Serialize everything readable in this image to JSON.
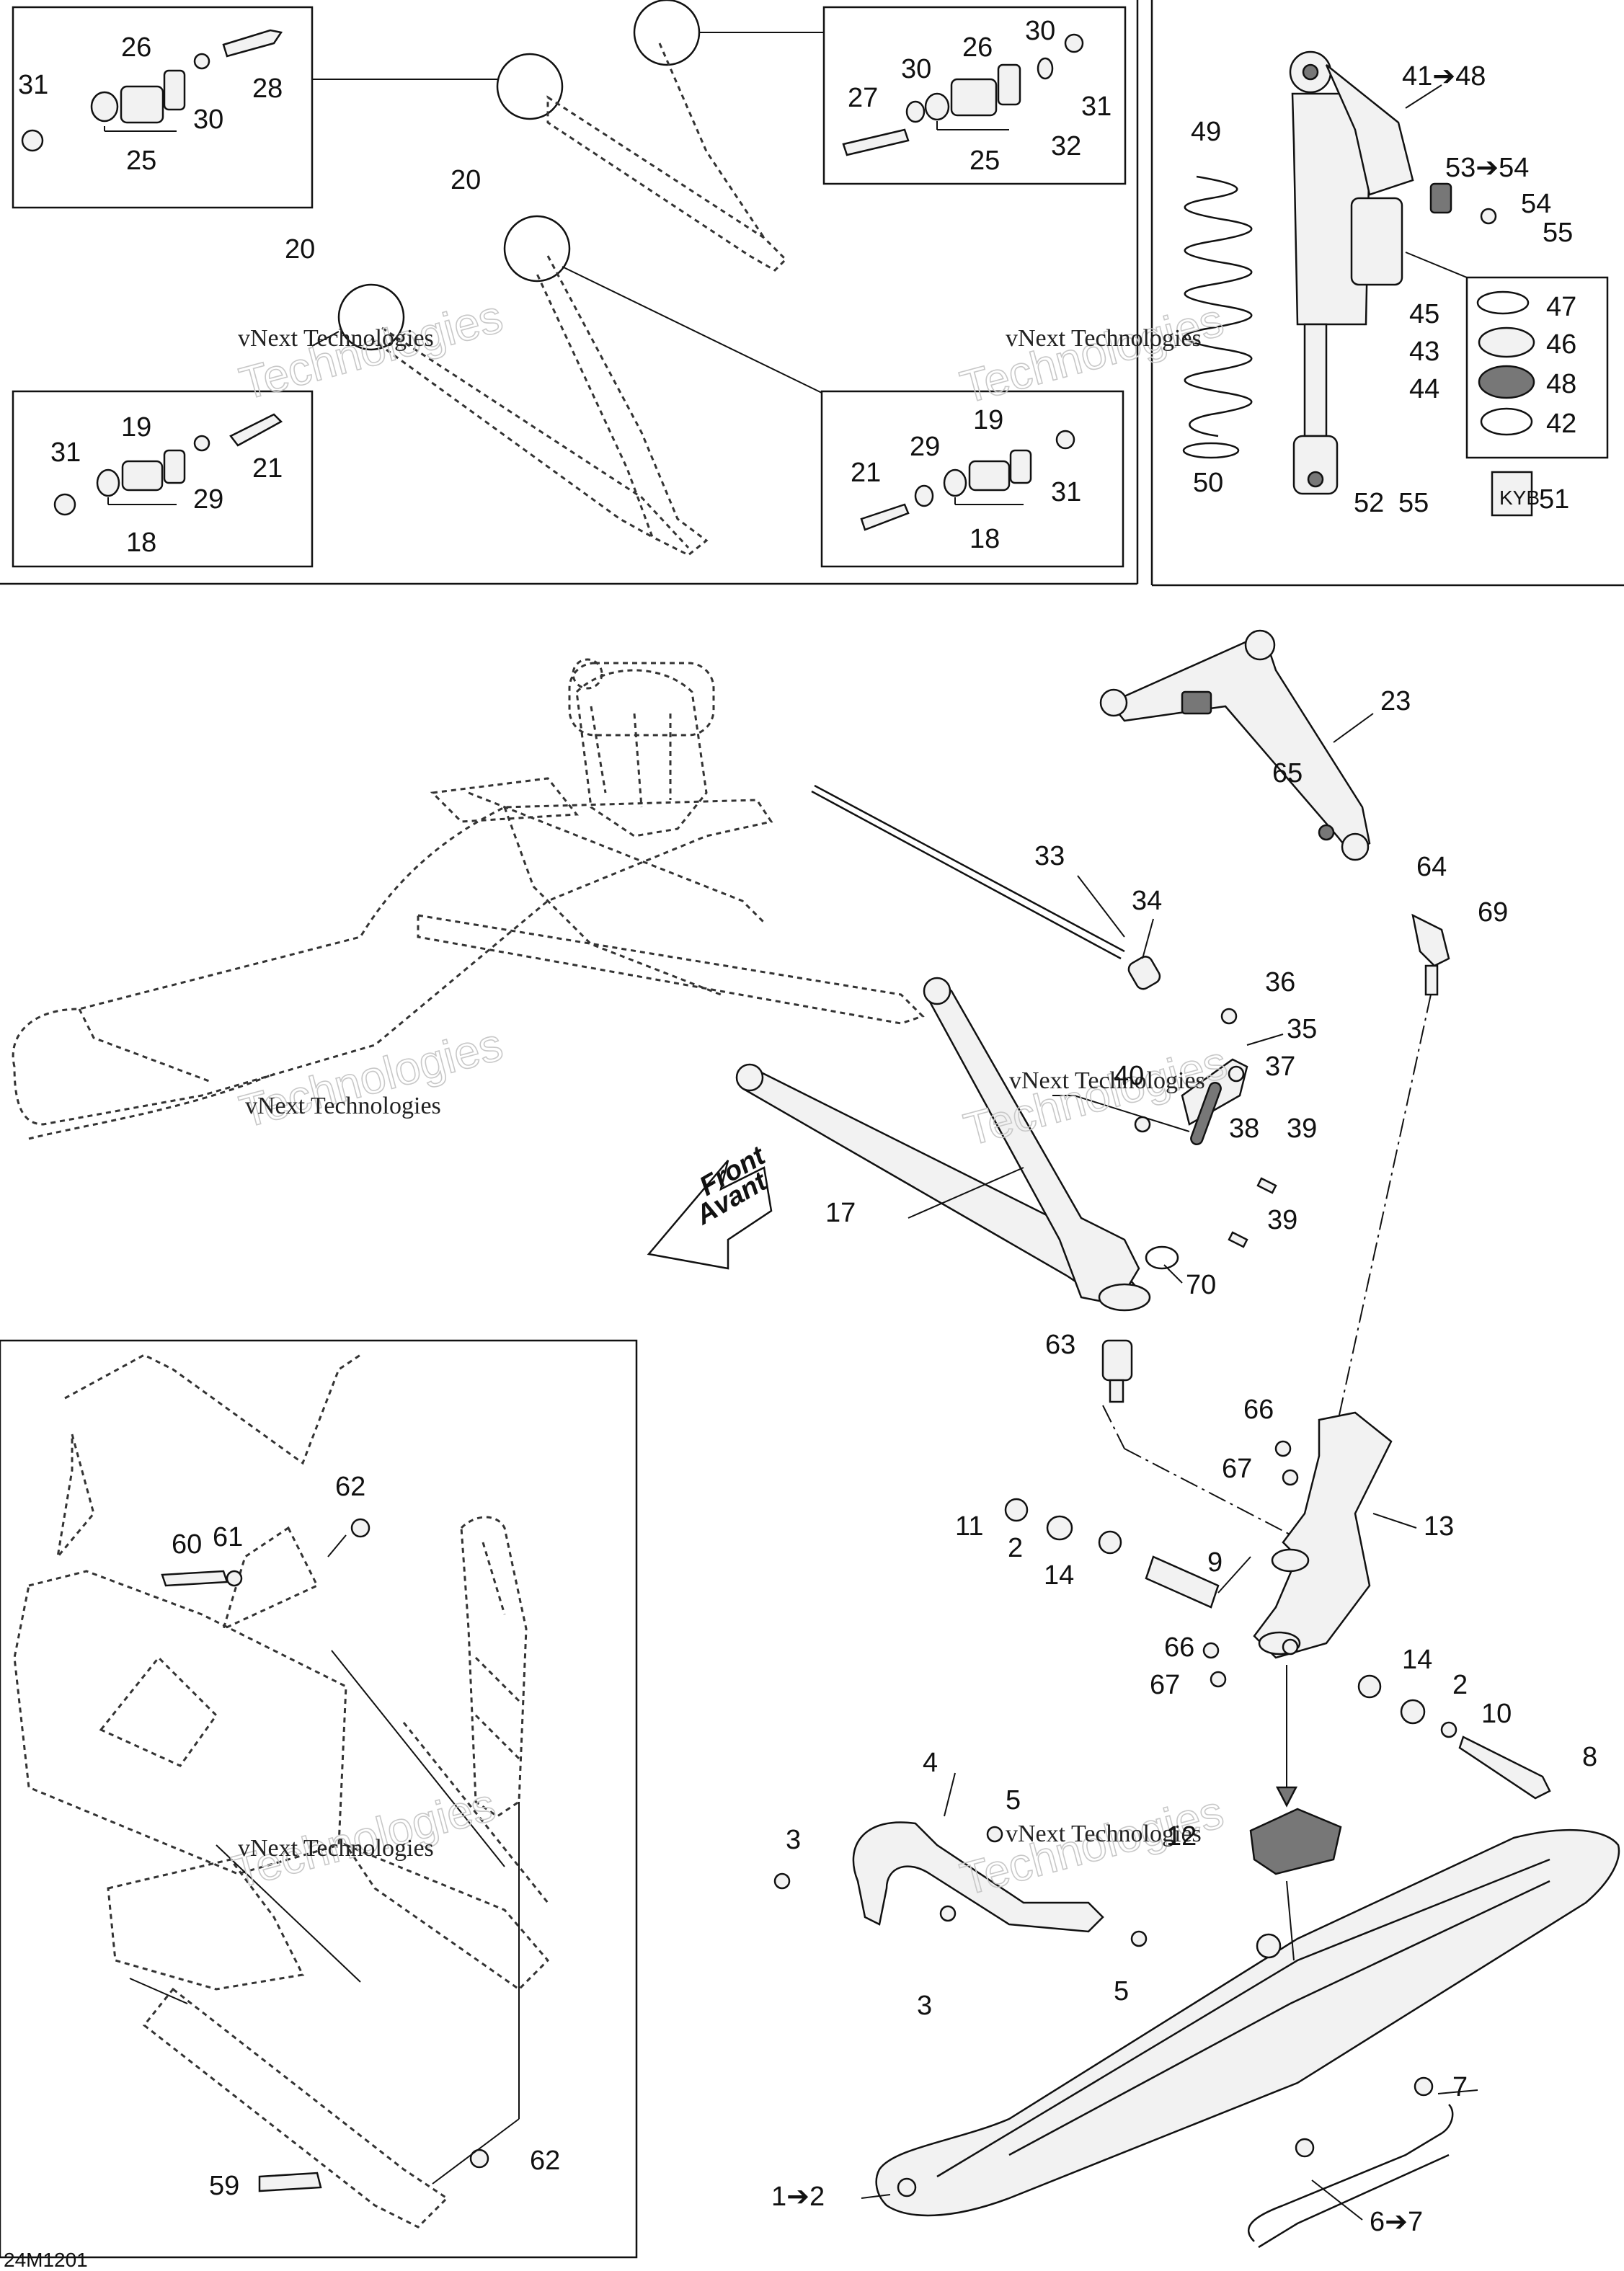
{
  "diagram_code": "24M1201",
  "watermark": "vNext Technologies",
  "watermark_ghost": "Technologies",
  "direction_arrow": {
    "line1": "Front",
    "line2": "Avant"
  },
  "brand_tag": "KYB",
  "labels": {
    "p1_2": "1➔2",
    "p2a": "2",
    "p2b": "2",
    "p3a": "3",
    "p3b": "3",
    "p4": "4",
    "p5a": "5",
    "p5b": "5",
    "p6_7": "6➔7",
    "p7": "7",
    "p8": "8",
    "p9": "9",
    "p10": "10",
    "p11": "11",
    "p12": "12",
    "p13": "13",
    "p14a": "14",
    "p14b": "14",
    "p17": "17",
    "p18a": "18",
    "p18b": "18",
    "p19a": "19",
    "p19b": "19",
    "p20a": "20",
    "p20b": "20",
    "p21a": "21",
    "p21b": "21",
    "p23": "23",
    "p25a": "25",
    "p25b": "25",
    "p26a": "26",
    "p26b": "26",
    "p27": "27",
    "p28": "28",
    "p29a": "29",
    "p29b": "29",
    "p30a": "30",
    "p30b": "30",
    "p30c": "30",
    "p31a": "31",
    "p31b": "31",
    "p31c": "31",
    "p31d": "31",
    "p32": "32",
    "p33": "33",
    "p34": "34",
    "p35": "35",
    "p36": "36",
    "p37": "37",
    "p38": "38",
    "p39a": "39",
    "p39b": "39",
    "p40": "40",
    "p41_48": "41➔48",
    "p42": "42",
    "p43": "43",
    "p44": "44",
    "p45": "45",
    "p46": "46",
    "p47": "47",
    "p48": "48",
    "p49": "49",
    "p50": "50",
    "p51": "51",
    "p52": "52",
    "p53_54": "53➔54",
    "p54": "54",
    "p55a": "55",
    "p55b": "55",
    "p59": "59",
    "p60": "60",
    "p61": "61",
    "p62a": "62",
    "p62b": "62",
    "p63": "63",
    "p64": "64",
    "p65": "65",
    "p66a": "66",
    "p66b": "66",
    "p67a": "67",
    "p67b": "67",
    "p69": "69",
    "p70": "70"
  }
}
